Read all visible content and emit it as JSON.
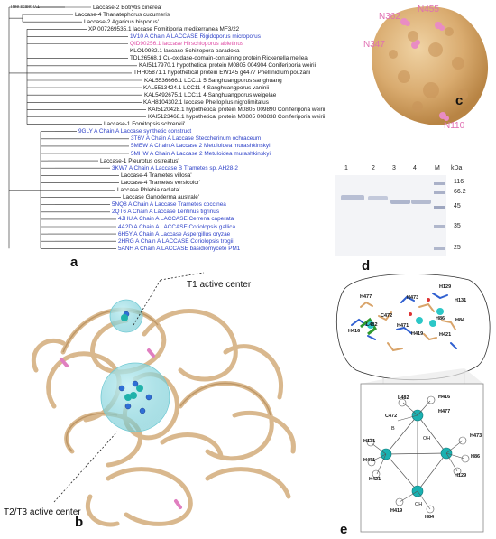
{
  "figure": {
    "panels": {
      "a": "a",
      "b": "b",
      "c": "c",
      "d": "d",
      "e": "e"
    },
    "tree_scale": "Tree scale: 0.1",
    "tree_tips": [
      {
        "label": "Laccase-2 Botrytis cinerea'",
        "color": "black"
      },
      {
        "label": "Laccase-4 Thanatephorus cucumeris'",
        "color": "black"
      },
      {
        "label": "Laccase-2 Agaricus bisporus'",
        "color": "black"
      },
      {
        "label": "XP 007269535.1 laccase Fomitiporia mediterranea MF3/22",
        "color": "black"
      },
      {
        "label": "1V10 A Chain A LACCASE Rigidoporus microporus",
        "color": "blue"
      },
      {
        "label": "QID90256.1 laccase Hirschioporus abietinus",
        "color": "pink"
      },
      {
        "label": "KLO10982.1 laccase Schizopora paradoxa",
        "color": "black"
      },
      {
        "label": "TDL26568.1 Cu-oxidase-domain-containing protein Rickenella mellea",
        "color": "black"
      },
      {
        "label": "KAI5117970.1 hypothetical protein M0805 004904 Coniferiporia weirii",
        "color": "black"
      },
      {
        "label": "THH05871.1 hypothetical protein EW145 g4477 Phellinidium pouzarii",
        "color": "black"
      },
      {
        "label": "KAL5536666.1 LCC11 5 Sanghuangporus sanghuang",
        "color": "black"
      },
      {
        "label": "KAL5513424.1 LCC11 4 Sanghuangporus vaninii",
        "color": "black"
      },
      {
        "label": "KAL5492675.1 LCC11 4 Sanghuangporus weigelae",
        "color": "black"
      },
      {
        "label": "KAH8104302.1 laccase Phellopilus nigrolimitatus",
        "color": "black"
      },
      {
        "label": "KAI5120428.1 hypothetical protein M0805 009890 Coniferiporia weirii",
        "color": "black"
      },
      {
        "label": "KAI5123468.1 hypothetical protein M0805 008838 Coniferiporia weirii",
        "color": "black"
      },
      {
        "label": "Laccase-1 Fomitopsis schrenkii'",
        "color": "black"
      },
      {
        "label": "9GLY A Chain A Laccase synthetic construct",
        "color": "blue"
      },
      {
        "label": "3T6V A Chain A Laccase Steccherinum ochraceum",
        "color": "blue"
      },
      {
        "label": "5MEW A Chain A Laccase 2 Metuloidea murashkinskyi",
        "color": "blue"
      },
      {
        "label": "5MHW A Chain A Laccase 2 Metuloidea murashkinskyi",
        "color": "blue"
      },
      {
        "label": "Laccase-1 Pleurotus ostreatus'",
        "color": "black"
      },
      {
        "label": "3KW7 A Chain A Laccase B Trametes sp. AH28-2",
        "color": "blue"
      },
      {
        "label": "Laccase-4 Trametes villosa'",
        "color": "black"
      },
      {
        "label": "Laccase-4 Trametes versicolor'",
        "color": "black"
      },
      {
        "label": "Laccase Phlebia radiata'",
        "color": "black"
      },
      {
        "label": "Laccase Ganoderma australe'",
        "color": "black"
      },
      {
        "label": "5NQ8 A Chain A Laccase Trametes coccinea",
        "color": "blue"
      },
      {
        "label": "2QT6 A Chain A Laccase Lentinus tigrinus",
        "color": "blue"
      },
      {
        "label": "4JHU A Chain A LACCASE Cerrena caperata",
        "color": "blue"
      },
      {
        "label": "4A2D A Chain A LACCASE Coriolopsis gallica",
        "color": "blue"
      },
      {
        "label": "6H5Y A Chain A Laccase Aspergillus oryzae",
        "color": "blue"
      },
      {
        "label": "2HRG A Chain A LACCASE Coriolopsis trogii",
        "color": "blue"
      },
      {
        "label": "5ANH A Chain A LACCASE basidiomycete PM1",
        "color": "blue"
      }
    ],
    "glyco_sites": [
      "N362",
      "N455",
      "N347",
      "N110"
    ],
    "gel": {
      "lanes": [
        "1",
        "2",
        "3",
        "4",
        "M"
      ],
      "unit": "kDa",
      "markers": [
        "116",
        "66.2",
        "45",
        "35",
        "25"
      ]
    },
    "structure_labels": {
      "t1": "T1 active center",
      "t23": "T2/T3 active center"
    },
    "residues_top": [
      "H477",
      "H473",
      "H129",
      "H131",
      "C472",
      "H86",
      "H84",
      "L482",
      "H471",
      "H419",
      "H416",
      "H421"
    ],
    "residues_bottom": [
      "L482",
      "H416",
      "H477",
      "C472",
      "H131",
      "H473",
      "H86",
      "H471",
      "H129",
      "H421",
      "H419",
      "H84"
    ],
    "ions": [
      "B",
      "OH",
      "OH"
    ],
    "colors": {
      "tip_blue": "#2b3fc7",
      "tip_pink": "#e04ea6",
      "ribbon": "#d8b98f",
      "active_center": "#7fd3dc",
      "copper": "#1aa6a6"
    }
  }
}
